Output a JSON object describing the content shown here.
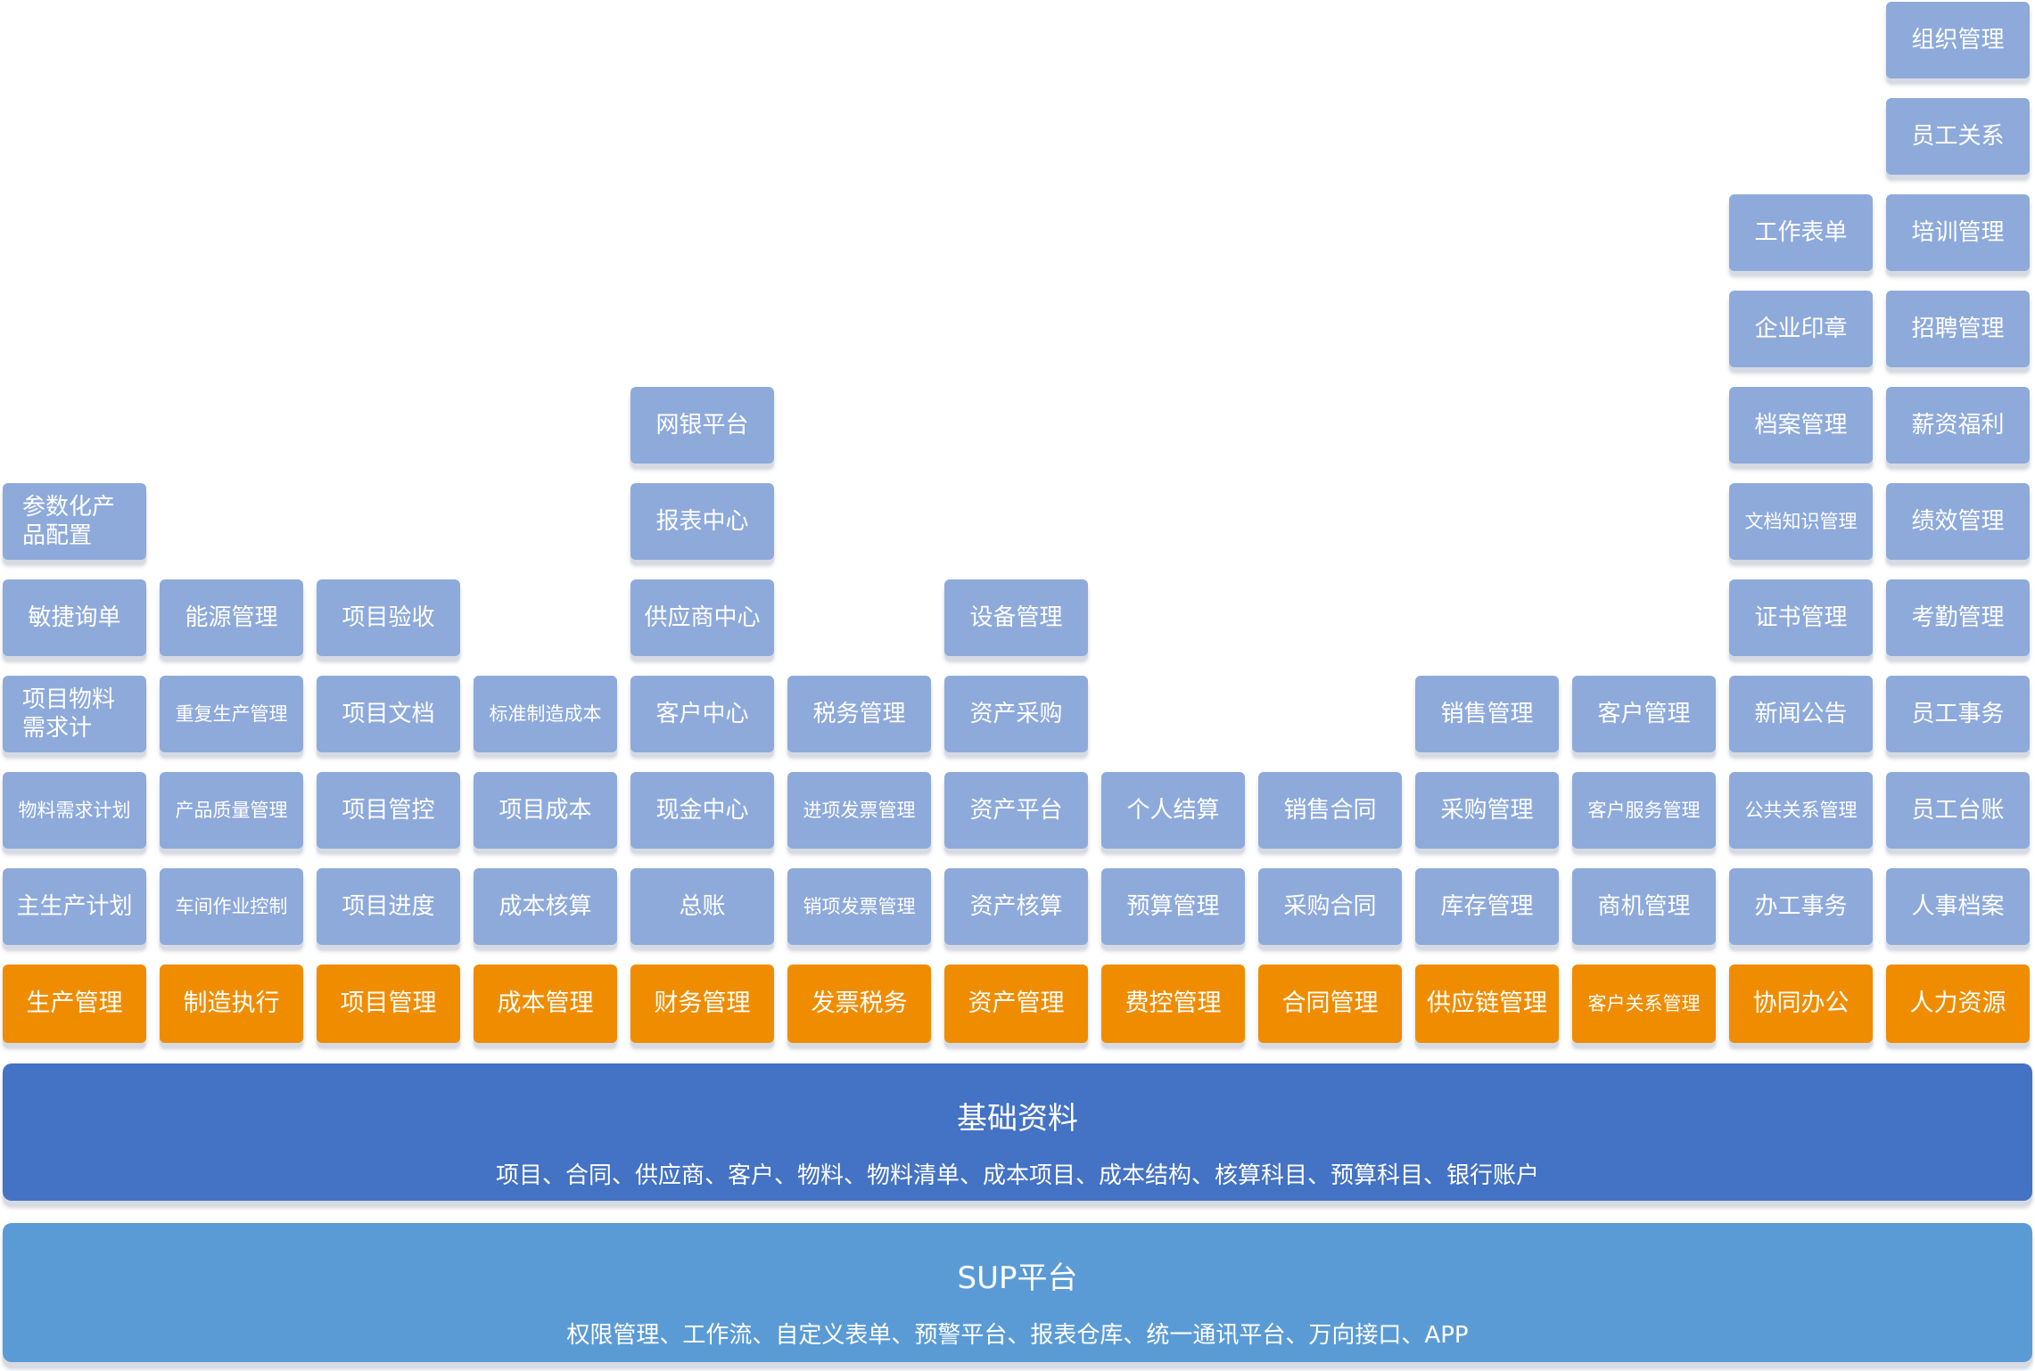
{
  "modules": [
    {
      "head": "生产管理",
      "items": [
        "主生产计划",
        "物料需求计划",
        "项目物料\n需求计",
        "敏捷询单",
        "参数化产\n品配置"
      ]
    },
    {
      "head": "制造执行",
      "items": [
        "车间作业控制",
        "产品质量管理",
        "重复生产管理",
        "能源管理"
      ]
    },
    {
      "head": "项目管理",
      "items": [
        "项目进度",
        "项目管控",
        "项目文档",
        "项目验收"
      ]
    },
    {
      "head": "成本管理",
      "items": [
        "成本核算",
        "项目成本",
        "标准制造成本"
      ]
    },
    {
      "head": "财务管理",
      "items": [
        "总账",
        "现金中心",
        "客户中心",
        "供应商中心",
        "报表中心",
        "网银平台"
      ]
    },
    {
      "head": "发票税务",
      "items": [
        "销项发票管理",
        "进项发票管理",
        "税务管理"
      ]
    },
    {
      "head": "资产管理",
      "items": [
        "资产核算",
        "资产平台",
        "资产采购",
        "设备管理"
      ]
    },
    {
      "head": "费控管理",
      "items": [
        "预算管理",
        "个人结算"
      ]
    },
    {
      "head": "合同管理",
      "items": [
        "采购合同",
        "销售合同"
      ]
    },
    {
      "head": "供应链管理",
      "items": [
        "库存管理",
        "采购管理",
        "销售管理"
      ]
    },
    {
      "head": "客户关系管理",
      "items": [
        "商机管理",
        "客户服务管理",
        "客户管理"
      ]
    },
    {
      "head": "协同办公",
      "items": [
        "办工事务",
        "公共关系管理",
        "新闻公告",
        "证书管理",
        "文档知识管理",
        "档案管理",
        "企业印章",
        "工作表单"
      ]
    },
    {
      "head": "人力资源",
      "items": [
        "人事档案",
        "员工台账",
        "员工事务",
        "考勤管理",
        "绩效管理",
        "薪资福利",
        "招聘管理",
        "培训管理",
        "员工关系",
        "组织管理"
      ]
    }
  ],
  "base": {
    "title": "基础资料",
    "desc": "项目、合同、供应商、客户、物料、物料清单、成本项目、成本结构、核算科目、预算科目、银行账户"
  },
  "sup": {
    "title": "SUP平台",
    "desc": "权限管理、工作流、自定义表单、预警平台、报表仓库、统一通讯平台、万向接口、APP"
  },
  "colors": {
    "head": "#f08c00",
    "sub": "#8eaadb",
    "base": "#4472c4",
    "sup": "#5b9bd5"
  }
}
